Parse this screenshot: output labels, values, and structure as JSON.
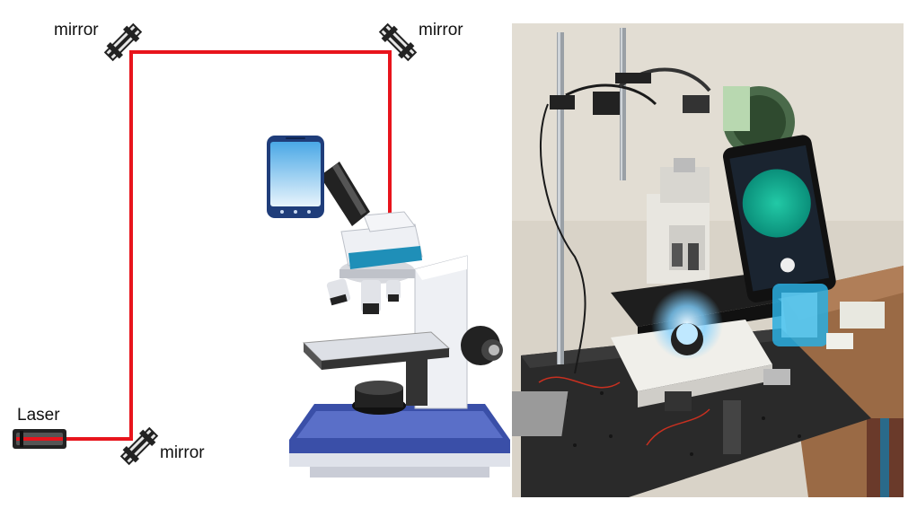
{
  "labels": {
    "mirror_top_left": "mirror",
    "mirror_top_right": "mirror",
    "mirror_bottom": "mirror",
    "laser": "Laser"
  },
  "colors": {
    "beam": "#e8141c",
    "microscope_blue": "#3a4fa8",
    "microscope_teal": "#1f8fb8",
    "phone_screen": "#4aa8e6",
    "photo_wall": "#d9d3c8",
    "photo_table": "#2a2a2a"
  },
  "icons": {
    "phone": "smartphone-icon",
    "microscope": "microscope-icon",
    "laser": "laser-icon",
    "mirror": "mirror-icon"
  }
}
